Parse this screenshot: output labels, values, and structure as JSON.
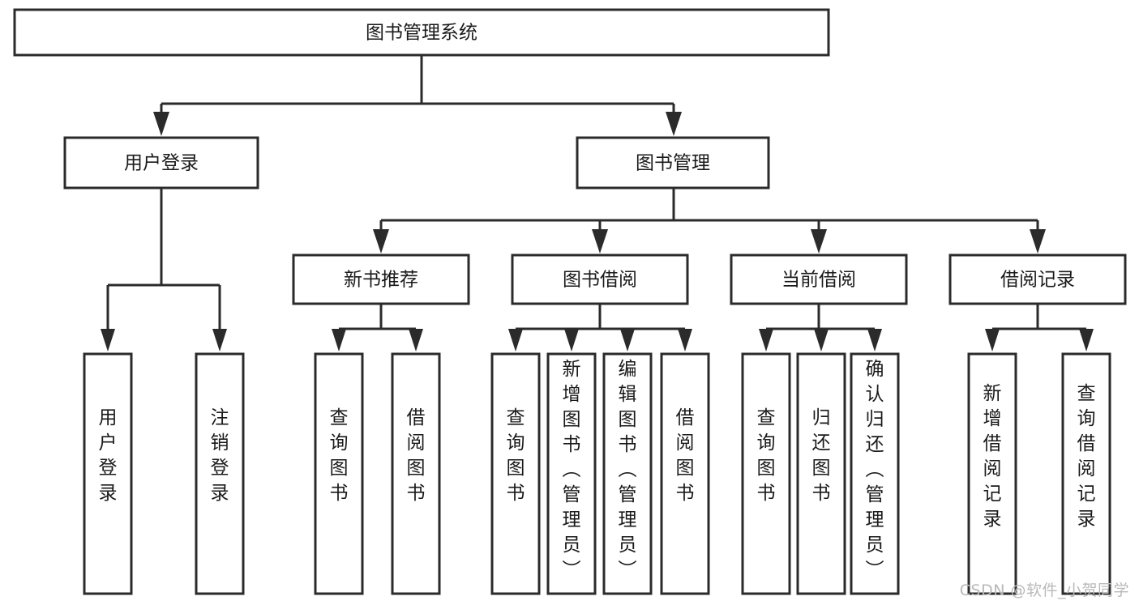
{
  "diagram": {
    "title": "图书管理系统",
    "type": "tree-hierarchy-diagram",
    "root": {
      "id": "root",
      "label": "图书管理系统"
    },
    "level2": [
      {
        "id": "user-login",
        "label": "用户登录"
      },
      {
        "id": "book-management",
        "label": "图书管理"
      }
    ],
    "level3": [
      {
        "id": "new-book-recommend",
        "label": "新书推荐",
        "parent": "book-management"
      },
      {
        "id": "book-borrow",
        "label": "图书借阅",
        "parent": "book-management"
      },
      {
        "id": "current-borrow",
        "label": "当前借阅",
        "parent": "book-management"
      },
      {
        "id": "borrow-record",
        "label": "借阅记录",
        "parent": "book-management"
      }
    ],
    "leaves": [
      {
        "id": "leaf-user-login",
        "label": "用户登录",
        "parent": "user-login"
      },
      {
        "id": "leaf-logout-login",
        "label": "注销登录",
        "parent": "user-login"
      },
      {
        "id": "leaf-query-book-1",
        "label": "查询图书",
        "parent": "new-book-recommend"
      },
      {
        "id": "leaf-borrow-book-1",
        "label": "借阅图书",
        "parent": "new-book-recommend"
      },
      {
        "id": "leaf-query-book-2",
        "label": "查询图书",
        "parent": "book-borrow"
      },
      {
        "id": "leaf-add-book",
        "label": "新增图书（管理员）",
        "parent": "book-borrow"
      },
      {
        "id": "leaf-edit-book",
        "label": "编辑图书（管理员）",
        "parent": "book-borrow"
      },
      {
        "id": "leaf-borrow-book-2",
        "label": "借阅图书",
        "parent": "book-borrow"
      },
      {
        "id": "leaf-query-book-3",
        "label": "查询图书",
        "parent": "current-borrow"
      },
      {
        "id": "leaf-return-book",
        "label": "归还图书",
        "parent": "current-borrow"
      },
      {
        "id": "leaf-confirm-return",
        "label": "确认归还（管理员）",
        "parent": "current-borrow"
      },
      {
        "id": "leaf-add-record",
        "label": "新增借阅记录",
        "parent": "borrow-record"
      },
      {
        "id": "leaf-query-record",
        "label": "查询借阅记录",
        "parent": "borrow-record"
      }
    ],
    "watermark": "CSDN @软件_小贺同学",
    "colors": {
      "stroke": "#2b2b2b",
      "fill": "#ffffff",
      "text": "#1a1a1a",
      "watermark": "#b9b9b9",
      "background": "#ffffff"
    }
  }
}
